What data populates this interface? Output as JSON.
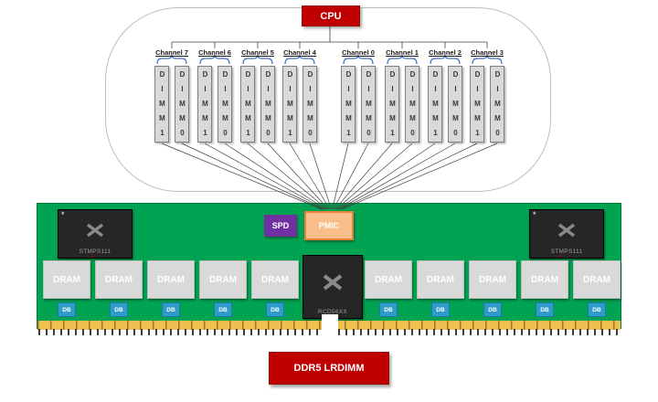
{
  "diagram": {
    "cpu_label": "CPU",
    "channels": [
      {
        "label": "Channel 7",
        "dimm1": "DIMM1",
        "dimm0": "DIMM0"
      },
      {
        "label": "Channel 6",
        "dimm1": "DIMM1",
        "dimm0": "DIMM0"
      },
      {
        "label": "Channel 5",
        "dimm1": "DIMM1",
        "dimm0": "DIMM0"
      },
      {
        "label": "Channel 4",
        "dimm1": "DIMM1",
        "dimm0": "DIMM0"
      },
      {
        "label": "Channel 0",
        "dimm1": "DIMM1",
        "dimm0": "DIMM0"
      },
      {
        "label": "Channel 1",
        "dimm1": "DIMM1",
        "dimm0": "DIMM0"
      },
      {
        "label": "Channel 2",
        "dimm1": "DIMM1",
        "dimm0": "DIMM0"
      },
      {
        "label": "Channel 3",
        "dimm1": "DIMM1",
        "dimm0": "DIMM0"
      }
    ],
    "module": {
      "sensor_label": "STMPS111",
      "asterisk": "*",
      "red_marker": "*",
      "spd_label": "SPD",
      "pmic_label": "PMIC",
      "rcd_label": "RCD56XX",
      "dram_label": "DRAM",
      "db_label": "DB"
    },
    "caption": "DDR5 LRDIMM"
  },
  "colors": {
    "accent_red": "#C00000",
    "board_green": "#00A351",
    "spd_purple": "#7030A0",
    "pmic_orange": "#F9BE8B",
    "db_blue": "#2E9BC9",
    "brace_blue": "#4472C4"
  }
}
